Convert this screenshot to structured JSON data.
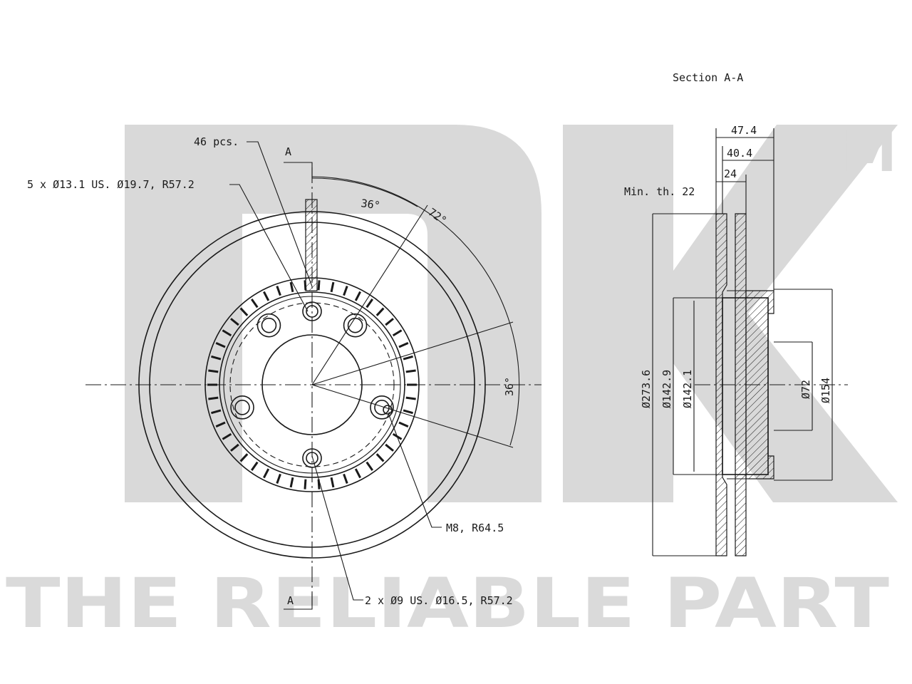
{
  "watermark": {
    "tm": "TM",
    "tagline": "THE RELIABLE PART"
  },
  "section": {
    "title": "Section A-A"
  },
  "front_view": {
    "section_marker_top": "A",
    "section_marker_bottom": "A",
    "vent_count": "46 pcs.",
    "bolt_holes": "5 x Ø13.1 US. Ø19.7, R57.2",
    "angle_36_top": "36°",
    "angle_72": "72°",
    "angle_36_side": "36°",
    "thread": "M8, R64.5",
    "locating_holes": "2 x Ø9 US. Ø16.5, R57.2"
  },
  "section_view": {
    "dim_47_4": "47.4",
    "dim_40_4": "40.4",
    "dim_24": "24",
    "min_thickness": "Min. th. 22",
    "dia_273_6": "Ø273.6",
    "dia_142_9": "Ø142.9",
    "dia_142_1": "Ø142.1",
    "dia_72": "Ø72",
    "dia_154": "Ø154"
  },
  "colors": {
    "line": "#1a1a1a",
    "watermark": "#d9d9d9"
  }
}
